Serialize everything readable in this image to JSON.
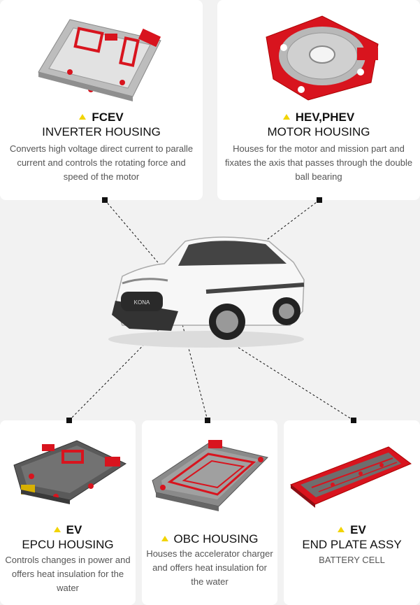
{
  "products": [
    {
      "id": "fcev",
      "category": "FCEV",
      "name": "INVERTER HOUSING",
      "description": "Converts high voltage direct current to paralle current and controls the rotating force and speed of the motor",
      "image": "inverter-housing-image"
    },
    {
      "id": "hev",
      "category": "HEV,PHEV",
      "name": "MOTOR HOUSING",
      "description": "Houses for the motor and mission part and fixates the axis that passes through the double ball bearing",
      "image": "motor-housing-image"
    },
    {
      "id": "epcu",
      "category": "EV",
      "name": "EPCU HOUSING",
      "description": "Controls changes in power and offers heat insulation for the water",
      "image": "epcu-housing-image"
    },
    {
      "id": "obc",
      "category": "",
      "name": "OBC HOUSING",
      "description": "Houses the accelerator charger and offers heat insulation for the water",
      "image": "obc-housing-image"
    },
    {
      "id": "endplate",
      "category": "EV",
      "name": "END PLATE ASSY",
      "description": "BATTERY CELL",
      "image": "end-plate-image"
    }
  ],
  "car": {
    "badge": "KONA",
    "image": "hyundai-kona-car-image"
  },
  "colors": {
    "accent": "#d8141e",
    "marker": "#f2d400",
    "part": "#9a9a9a"
  }
}
